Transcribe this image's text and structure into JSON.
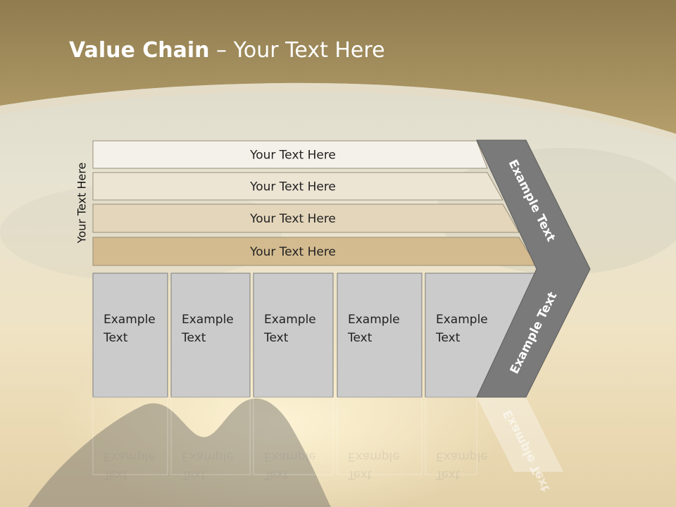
{
  "slide": {
    "title_bold": "Value Chain",
    "title_rest": " – Your Text Here",
    "side_label": "Your Text Here"
  },
  "bars": [
    {
      "label": "Your Text Here",
      "fill": "#f4f1ea"
    },
    {
      "label": "Your Text Here",
      "fill": "#ede5d4"
    },
    {
      "label": "Your Text Here",
      "fill": "#e4d6bb"
    },
    {
      "label": "Your Text Here",
      "fill": "#d3bb8f"
    }
  ],
  "cells": [
    {
      "line1": "Example",
      "line2": "Text"
    },
    {
      "line1": "Example",
      "line2": "Text"
    },
    {
      "line1": "Example",
      "line2": "Text"
    },
    {
      "line1": "Example",
      "line2": "Text"
    },
    {
      "line1": "Example",
      "line2": "Text"
    }
  ],
  "chevron": {
    "upper_label": "Example Text",
    "lower_label": "Example Text",
    "fill": "#7a7a7a"
  },
  "colors": {
    "header_gold": "#a8925e",
    "cell_fill": "#cbcbcb",
    "cell_border": "#7d7d7d"
  }
}
